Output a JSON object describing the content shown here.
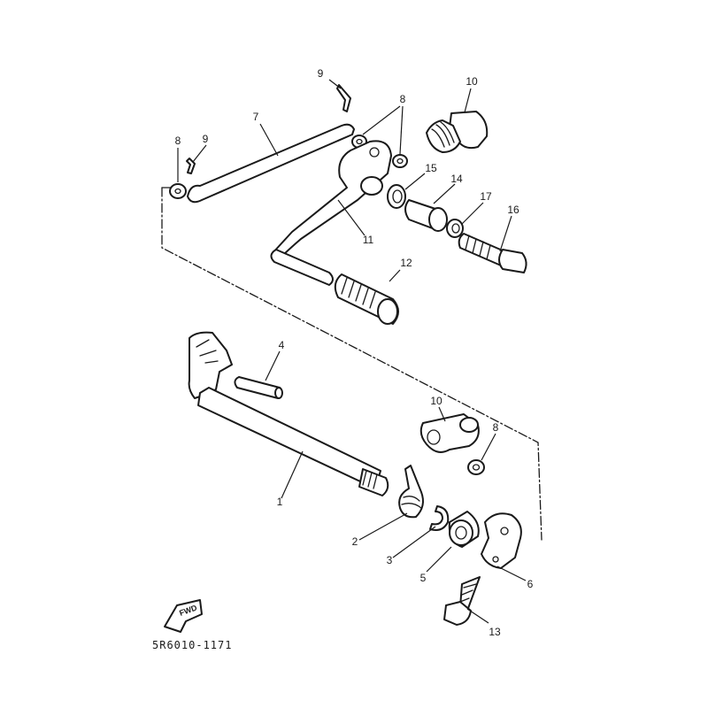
{
  "drawing_code": "5R6010-1171",
  "fwd_label": "FWD",
  "callouts": [
    {
      "id": "c9a",
      "text": "9"
    },
    {
      "id": "c10a",
      "text": "10"
    },
    {
      "id": "c8a",
      "text": "8"
    },
    {
      "id": "c7",
      "text": "7"
    },
    {
      "id": "c8b",
      "text": "8"
    },
    {
      "id": "c9b",
      "text": "9"
    },
    {
      "id": "c15",
      "text": "15"
    },
    {
      "id": "c14",
      "text": "14"
    },
    {
      "id": "c17",
      "text": "17"
    },
    {
      "id": "c16",
      "text": "16"
    },
    {
      "id": "c11",
      "text": "11"
    },
    {
      "id": "c12",
      "text": "12"
    },
    {
      "id": "c4",
      "text": "4"
    },
    {
      "id": "c10b",
      "text": "10"
    },
    {
      "id": "c8c",
      "text": "8"
    },
    {
      "id": "c1",
      "text": "1"
    },
    {
      "id": "c2",
      "text": "2"
    },
    {
      "id": "c3",
      "text": "3"
    },
    {
      "id": "c5",
      "text": "5"
    },
    {
      "id": "c6",
      "text": "6"
    },
    {
      "id": "c13",
      "text": "13"
    }
  ]
}
